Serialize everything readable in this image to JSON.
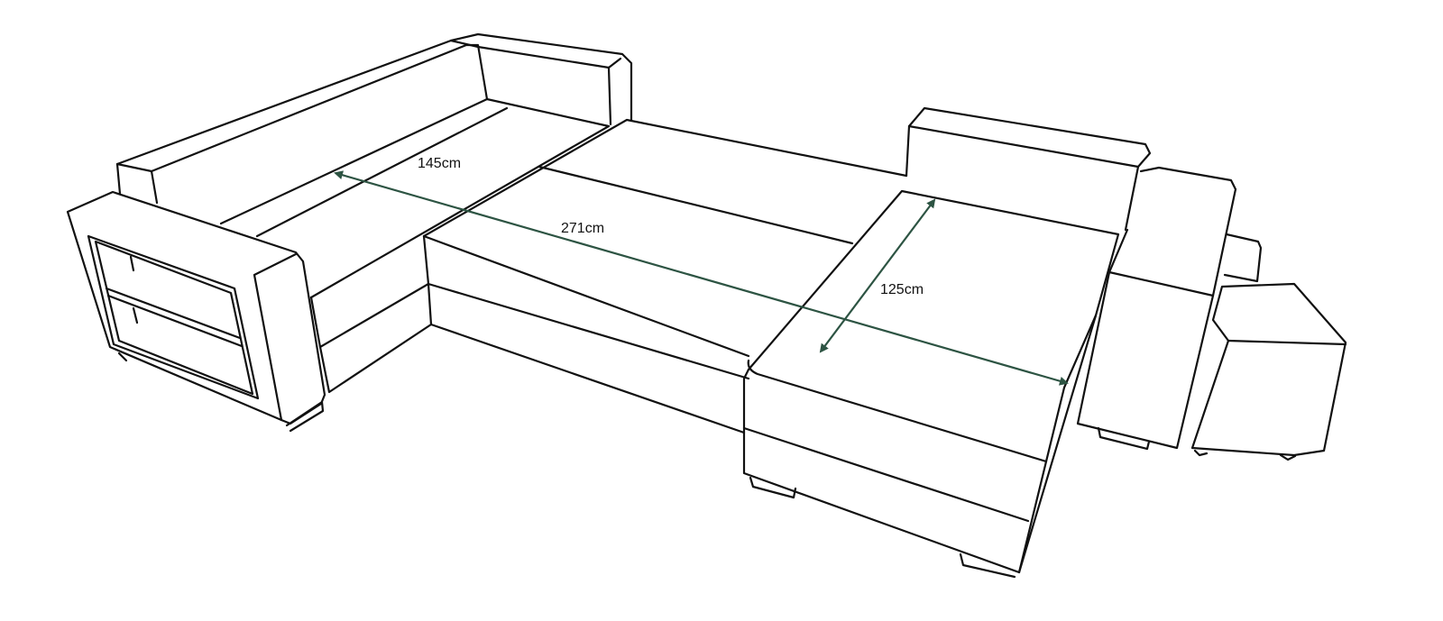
{
  "title": "Corner sofa bed dimension drawing",
  "dimensions": [
    {
      "id": "depth",
      "label": "145cm"
    },
    {
      "id": "length",
      "label": "271cm"
    },
    {
      "id": "width",
      "label": "125cm"
    }
  ],
  "colors": {
    "line": "#111111",
    "dimension_arrow": "#2d5443",
    "background": "#ffffff"
  }
}
